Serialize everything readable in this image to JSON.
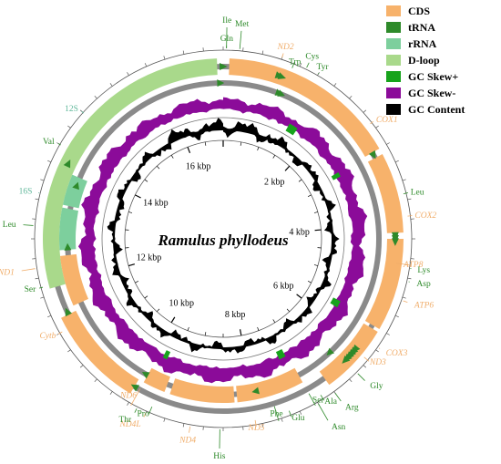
{
  "title": "Ramulus phyllodeus",
  "legend": [
    {
      "label": "CDS",
      "color": "#f7b26b"
    },
    {
      "label": "tRNA",
      "color": "#2e8a2a"
    },
    {
      "label": "rRNA",
      "color": "#7dcf9d"
    },
    {
      "label": "D-loop",
      "color": "#a9d98b"
    },
    {
      "label": "GC Skew+",
      "color": "#17a31c"
    },
    {
      "label": "GC Skew-",
      "color": "#8b0b99"
    },
    {
      "label": "GC Content",
      "color": "#000000"
    }
  ],
  "kbp_labels": [
    "2 kbp",
    "4 kbp",
    "6 kbp",
    "8 kbp",
    "10 kbp",
    "12 kbp",
    "14 kbp",
    "16 kbp"
  ],
  "genes": [
    {
      "name": "Ile",
      "type": "tRNA",
      "strand": "outer"
    },
    {
      "name": "Met",
      "type": "tRNA",
      "strand": "outer"
    },
    {
      "name": "Gln",
      "type": "tRNA",
      "strand": "inner"
    },
    {
      "name": "ND2",
      "type": "CDS",
      "strand": "outer"
    },
    {
      "name": "Cys",
      "type": "tRNA",
      "strand": "inner"
    },
    {
      "name": "Tyr",
      "type": "tRNA",
      "strand": "inner"
    },
    {
      "name": "Trp",
      "type": "tRNA",
      "strand": "outer"
    },
    {
      "name": "COX1",
      "type": "CDS",
      "strand": "outer"
    },
    {
      "name": "Leu",
      "type": "tRNA",
      "strand": "outer"
    },
    {
      "name": "COX2",
      "type": "CDS",
      "strand": "outer"
    },
    {
      "name": "Lys",
      "type": "tRNA",
      "strand": "outer"
    },
    {
      "name": "Asp",
      "type": "tRNA",
      "strand": "outer"
    },
    {
      "name": "ATP8",
      "type": "CDS",
      "strand": "outer"
    },
    {
      "name": "ATP6",
      "type": "CDS",
      "strand": "outer"
    },
    {
      "name": "COX3",
      "type": "CDS",
      "strand": "outer"
    },
    {
      "name": "Gly",
      "type": "tRNA",
      "strand": "outer"
    },
    {
      "name": "ND3",
      "type": "CDS",
      "strand": "outer"
    },
    {
      "name": "Ala",
      "type": "tRNA",
      "strand": "outer"
    },
    {
      "name": "Arg",
      "type": "tRNA",
      "strand": "outer"
    },
    {
      "name": "Ser",
      "type": "tRNA",
      "strand": "outer"
    },
    {
      "name": "Asn",
      "type": "tRNA",
      "strand": "outer"
    },
    {
      "name": "Glu",
      "type": "tRNA",
      "strand": "outer"
    },
    {
      "name": "Phe",
      "type": "tRNA",
      "strand": "inner"
    },
    {
      "name": "ND5",
      "type": "CDS",
      "strand": "inner"
    },
    {
      "name": "His",
      "type": "tRNA",
      "strand": "inner"
    },
    {
      "name": "ND4",
      "type": "CDS",
      "strand": "inner"
    },
    {
      "name": "ND4L",
      "type": "CDS",
      "strand": "inner"
    },
    {
      "name": "Thr",
      "type": "tRNA",
      "strand": "outer"
    },
    {
      "name": "Pro",
      "type": "tRNA",
      "strand": "inner"
    },
    {
      "name": "ND6",
      "type": "CDS",
      "strand": "outer"
    },
    {
      "name": "Cytb",
      "type": "CDS",
      "strand": "outer"
    },
    {
      "name": "Ser",
      "type": "tRNA",
      "strand": "outer"
    },
    {
      "name": "ND1",
      "type": "CDS",
      "strand": "inner"
    },
    {
      "name": "Leu",
      "type": "tRNA",
      "strand": "inner"
    },
    {
      "name": "16S",
      "type": "rRNA",
      "strand": "inner"
    },
    {
      "name": "Val",
      "type": "tRNA",
      "strand": "inner"
    },
    {
      "name": "12S",
      "type": "rRNA",
      "strand": "inner"
    }
  ]
}
